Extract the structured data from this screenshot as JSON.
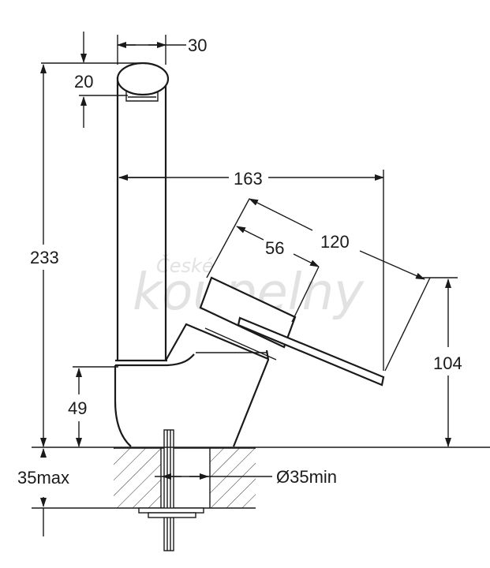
{
  "dimensions": {
    "top_width": "30",
    "head_height": "20",
    "total_height": "233",
    "spout_reach": "163",
    "lever_length": "120",
    "lever_offset": "56",
    "lever_height": "104",
    "base_height": "49",
    "deck_thickness": "35max",
    "hole_diameter": "Ø35min"
  },
  "watermark": {
    "line1": "České",
    "line2": "koupelny"
  }
}
